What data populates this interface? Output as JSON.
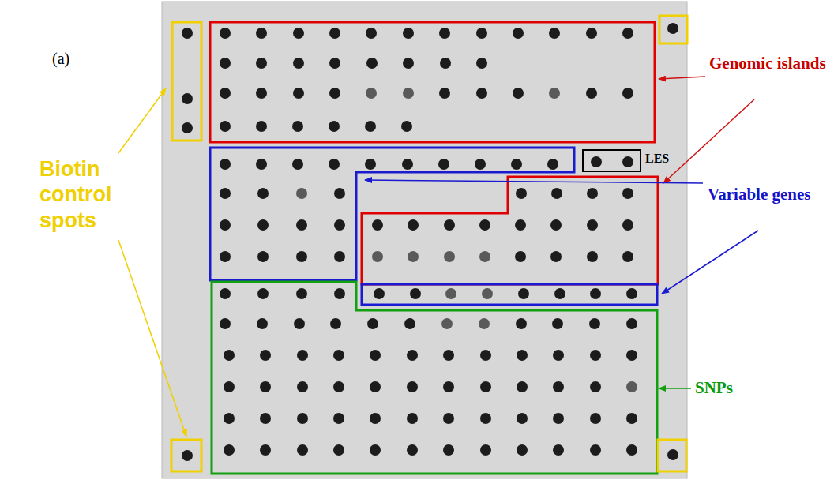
{
  "diagram": {
    "labels": [
      "(a)",
      "Genomic islands",
      "LES",
      "Variable genes",
      "SNPs",
      "Biotin control spots"
    ]
  }
}
